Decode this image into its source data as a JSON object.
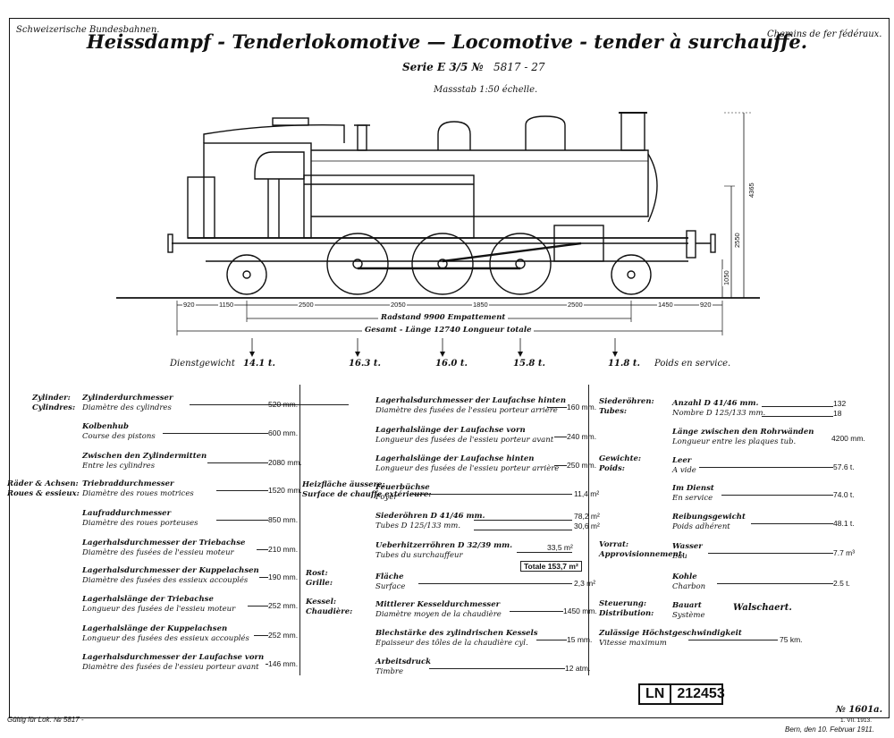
{
  "header": {
    "left": "Schweizerische Bundesbahnen.",
    "right": "Chemins de fer fédéraux.",
    "title": "Heissdampf - Tenderlokomotive — Locomotive - tender à surchauffe.",
    "series_label": "Serie E 3/5 №",
    "series_value": "5817 - 27",
    "scale": "Massstab 1:50 échelle."
  },
  "drawing": {
    "dims_bottom": [
      "920",
      "1150",
      "2500",
      "2050",
      "1850",
      "2500",
      "1450",
      "920"
    ],
    "dims_height": [
      "4365",
      "2550",
      "1050"
    ],
    "radstand": "Radstand 9900 Empattement",
    "gesamt": "Gesamt - Länge 12740 Longueur totale"
  },
  "weights": {
    "label": "Dienstgewicht",
    "label_fr": "Poids en service.",
    "values": [
      "14.1 t.",
      "16.3 t.",
      "16.0 t.",
      "15.8 t.",
      "11.8 t."
    ]
  },
  "col1": {
    "groups": [
      {
        "de": "Zylinder:",
        "fr": "Cylindres:"
      },
      {
        "de": "Räder & Achsen:",
        "fr": "Roues & essieux:"
      }
    ],
    "items": [
      {
        "de": "Zylinderdurchmesser",
        "fr": "Diamètre des cylindres",
        "val": "520 mm."
      },
      {
        "de": "Kolbenhub",
        "fr": "Course des pistons",
        "val": "600 mm."
      },
      {
        "de": "Zwischen den Zylindermitten",
        "fr": "Entre les cylindres",
        "val": "2080 mm."
      },
      {
        "de": "Triebraddurchmesser",
        "fr": "Diamètre des roues motrices",
        "val": "1520 mm."
      },
      {
        "de": "Laufraddurchmesser",
        "fr": "Diamètre des roues porteuses",
        "val": "850 mm."
      },
      {
        "de": "Lagerhalsdurchmesser der Triebachse",
        "fr": "Diamètre des fusées de l'essieu moteur",
        "val": "210 mm."
      },
      {
        "de": "Lagerhalsdurchmesser der Kuppelachsen",
        "fr": "Diamètre des fusées des essieux accouplés",
        "val": "190 mm."
      },
      {
        "de": "Lagerhalslänge der Triebachse",
        "fr": "Longueur des fusées de l'essieu moteur",
        "val": "252 mm."
      },
      {
        "de": "Lagerhalslänge der Kuppelachsen",
        "fr": "Longueur des fusées des essieux accouplés",
        "val": "252 mm."
      },
      {
        "de": "Lagerhalsdurchmesser der Laufachse vorn",
        "fr": "Diamètre des fusées de l'essieu porteur avant",
        "val": "146 mm."
      }
    ]
  },
  "col2": {
    "groups": [
      {
        "de": "Heizfläche äussere:",
        "fr": "Surface de chauffe extérieure:"
      },
      {
        "de": "Rost:",
        "fr": "Grille:"
      },
      {
        "de": "Kessel:",
        "fr": "Chaudière:"
      }
    ],
    "items": [
      {
        "de": "Lagerhalsdurchmesser der Laufachse hinten",
        "fr": "Diamètre des fusées de l'essieu porteur arrière",
        "val": "160 mm."
      },
      {
        "de": "Lagerhalslänge der Laufachse vorn",
        "fr": "Longueur des fusées de l'essieu porteur avant",
        "val": "240 mm."
      },
      {
        "de": "Lagerhalslänge der Laufachse hinten",
        "fr": "Longueur des fusées de l'essieu porteur arrière",
        "val": "250 mm."
      },
      {
        "de": "Feuerbüchse",
        "fr": "Foyer",
        "val": "11,4 m²"
      },
      {
        "de": "Siederöhren D 41/46 mm.",
        "fr": "Tubes D 125/133 mm.",
        "val": "78,2 m²",
        "val2": "30,6 m²"
      },
      {
        "de": "Ueberhitzerröhren D 32/39 mm.",
        "fr": "Tubes du surchauffeur",
        "val": "33,5 m²"
      },
      {
        "de": "Fläche",
        "fr": "Surface",
        "val": "2,3 m²"
      },
      {
        "de": "Mittlerer Kesseldurchmesser",
        "fr": "Diamètre moyen de la chaudière",
        "val": "1450 mm."
      },
      {
        "de": "Blechstärke des zylindrischen Kessels",
        "fr": "Epaisseur des tôles de la chaudière cyl.",
        "val": "15 mm."
      },
      {
        "de": "Arbeitsdruck",
        "fr": "Timbre",
        "val": "12 atm."
      }
    ],
    "total": "Totale 153,7 m²"
  },
  "col3": {
    "groups": [
      {
        "de": "Siederöhren:",
        "fr": "Tubes:"
      },
      {
        "de": "Gewichte:",
        "fr": "Poids:"
      },
      {
        "de": "Vorrat:",
        "fr": "Approvisionnement:"
      },
      {
        "de": "Steuerung:",
        "fr": "Distribution:"
      }
    ],
    "items": [
      {
        "de": "Anzahl D 41/46 mm.",
        "fr": "Nombre D 125/133 mm.",
        "val": "132",
        "val2": "18"
      },
      {
        "de": "Länge zwischen den Rohrwänden",
        "fr": "Longueur entre les plaques tub.",
        "val": "4200 mm."
      },
      {
        "de": "Leer",
        "fr": "A vide",
        "val": "57.6 t."
      },
      {
        "de": "Im Dienst",
        "fr": "En service",
        "val": "74.0 t."
      },
      {
        "de": "Reibungsgewicht",
        "fr": "Poids adhérent",
        "val": "48.1 t."
      },
      {
        "de": "Wasser",
        "fr": "Eau",
        "val": "7.7 m³"
      },
      {
        "de": "Kohle",
        "fr": "Charbon",
        "val": "2.5 t."
      },
      {
        "de": "Bauart",
        "fr": "Système",
        "val": "Walschaert."
      },
      {
        "de": "Zulässige Höchstgeschwindigkeit",
        "fr": "Vitesse maximum",
        "val": "75 km."
      }
    ]
  },
  "footer": {
    "left": "Gültig für Lok. № 5817 -",
    "stamp_key": "LN",
    "stamp_number": "212453",
    "sheet_no": "№ 1601a.",
    "revision": "1. VII. 1913.",
    "place_date": "Bern, den 10. Februar 1911."
  }
}
